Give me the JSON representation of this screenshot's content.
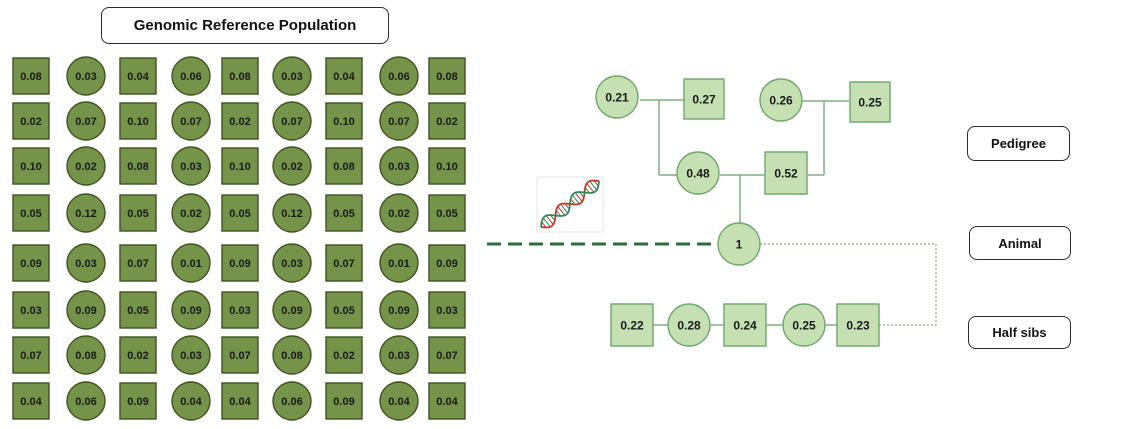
{
  "title": "Genomic Reference Population",
  "grid": {
    "columns": [
      "square",
      "circle",
      "square",
      "circle",
      "square",
      "circle",
      "square",
      "circle",
      "square"
    ],
    "rows": [
      [
        "0.08",
        "0.03",
        "0.04",
        "0.06",
        "0.08",
        "0.03",
        "0.04",
        "0.06",
        "0.08"
      ],
      [
        "0.02",
        "0.07",
        "0.10",
        "0.07",
        "0.02",
        "0.07",
        "0.10",
        "0.07",
        "0.02"
      ],
      [
        "0.10",
        "0.02",
        "0.08",
        "0.03",
        "0.10",
        "0.02",
        "0.08",
        "0.03",
        "0.10"
      ],
      [
        "0.05",
        "0.12",
        "0.05",
        "0.02",
        "0.05",
        "0.12",
        "0.05",
        "0.02",
        "0.05"
      ],
      [
        "0.09",
        "0.03",
        "0.07",
        "0.01",
        "0.09",
        "0.03",
        "0.07",
        "0.01",
        "0.09"
      ],
      [
        "0.03",
        "0.09",
        "0.05",
        "0.09",
        "0.03",
        "0.09",
        "0.05",
        "0.09",
        "0.03"
      ],
      [
        "0.07",
        "0.08",
        "0.02",
        "0.03",
        "0.07",
        "0.08",
        "0.02",
        "0.03",
        "0.07"
      ],
      [
        "0.04",
        "0.06",
        "0.09",
        "0.04",
        "0.04",
        "0.06",
        "0.09",
        "0.04",
        "0.04"
      ]
    ]
  },
  "pedigree": {
    "grand_sire_dam": "0.21",
    "grand_sire_sire": "0.27",
    "grand_dam_dam": "0.26",
    "grand_dam_sire": "0.25",
    "dam": "0.48",
    "sire": "0.52",
    "animal": "1"
  },
  "half_sibs": [
    {
      "shape": "square",
      "value": "0.22"
    },
    {
      "shape": "circle",
      "value": "0.28"
    },
    {
      "shape": "square",
      "value": "0.24"
    },
    {
      "shape": "circle",
      "value": "0.25"
    },
    {
      "shape": "square",
      "value": "0.23"
    }
  ],
  "labels": {
    "pedigree": "Pedigree",
    "animal": "Animal",
    "half_sibs": "Half sibs"
  },
  "colors": {
    "grid_fill": "#76934a",
    "grid_stroke": "#3d5320",
    "pedigree_fill": "#c6e0b4",
    "pedigree_stroke": "#6aa86a",
    "connector": "#7fb07f",
    "genomic_link": "#2e6b3c",
    "dna_red": "#c0392b",
    "dna_green": "#2e8b57"
  },
  "icons": {
    "dna": "dna-helix-icon"
  }
}
